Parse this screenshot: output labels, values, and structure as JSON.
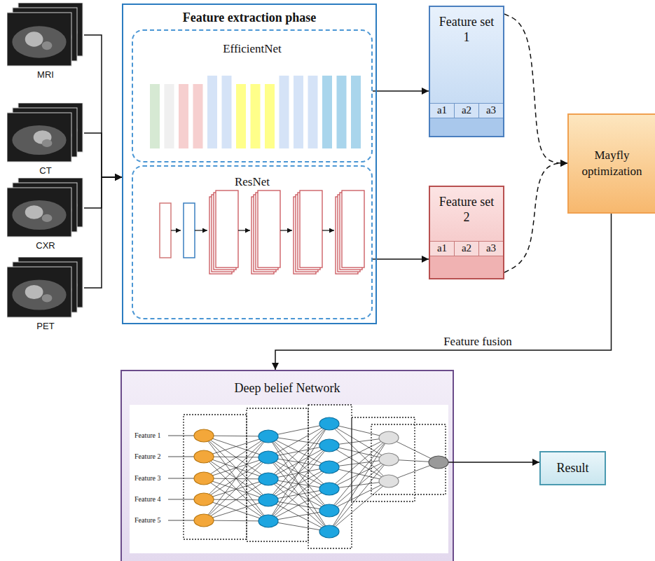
{
  "diagram": {
    "nodes": [
      {
        "text": [
          "MRI"
        ]
      },
      {
        "text": [
          "CT"
        ]
      },
      {
        "text": [
          "CXR"
        ]
      },
      {
        "text": [
          "PET"
        ]
      },
      {
        "text": [
          "Feature extraction phase"
        ]
      },
      {
        "text": [
          "EfficientNet"
        ],
        "in": 4
      },
      {
        "text": [
          "ResNet"
        ],
        "in": 4
      },
      {
        "text": [
          "Feature set 1",
          "a1",
          "a2",
          "a3"
        ]
      },
      {
        "text": [
          "Feature set 2",
          "a1",
          "a2",
          "a3"
        ]
      },
      {
        "text": [
          "Mayfly optimization"
        ]
      },
      {
        "text": [
          "Deep belief Network"
        ]
      },
      {
        "text": [
          "Result"
        ]
      }
    ],
    "edges": [
      {
        "from": 0,
        "to": 4,
        "arrow": "to"
      },
      {
        "from": 1,
        "to": 4,
        "arrow": "to"
      },
      {
        "from": 2,
        "to": 4,
        "arrow": "to"
      },
      {
        "from": 3,
        "to": 4,
        "arrow": "to"
      },
      {
        "from": 5,
        "to": 7,
        "arrow": "to"
      },
      {
        "from": 6,
        "to": 8,
        "arrow": "to"
      },
      {
        "from": 7,
        "to": 9,
        "arrow": "to"
      },
      {
        "from": 8,
        "to": 9,
        "arrow": "to"
      },
      {
        "from": 9,
        "to": 10,
        "label": "Feature fusion",
        "arrow": "to"
      },
      {
        "from": 10,
        "to": 11,
        "arrow": "to"
      }
    ],
    "labels": [
      "Feature 1",
      "Feature 2",
      "Feature 3",
      "Feature 4",
      "Feature 5"
    ]
  }
}
